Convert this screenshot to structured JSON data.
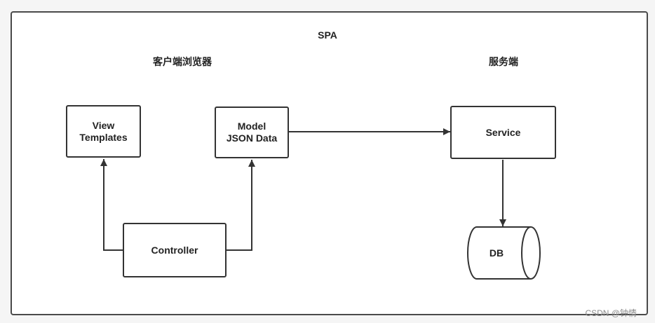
{
  "diagram": {
    "title": "SPA",
    "client_label": "客户端浏览器",
    "server_label": "服务端",
    "nodes": {
      "view_templates": "View\nTemplates",
      "model_json": "Model\nJSON Data",
      "controller": "Controller",
      "service": "Service",
      "db": "DB"
    },
    "edges": [
      {
        "from": "controller",
        "to": "view_templates"
      },
      {
        "from": "controller",
        "to": "model_json"
      },
      {
        "from": "model_json",
        "to": "service"
      },
      {
        "from": "service",
        "to": "db"
      }
    ]
  },
  "watermark": "CSDN @钟情",
  "colors": {
    "stroke": "#333333",
    "background": "#ffffff",
    "text": "#222222"
  }
}
